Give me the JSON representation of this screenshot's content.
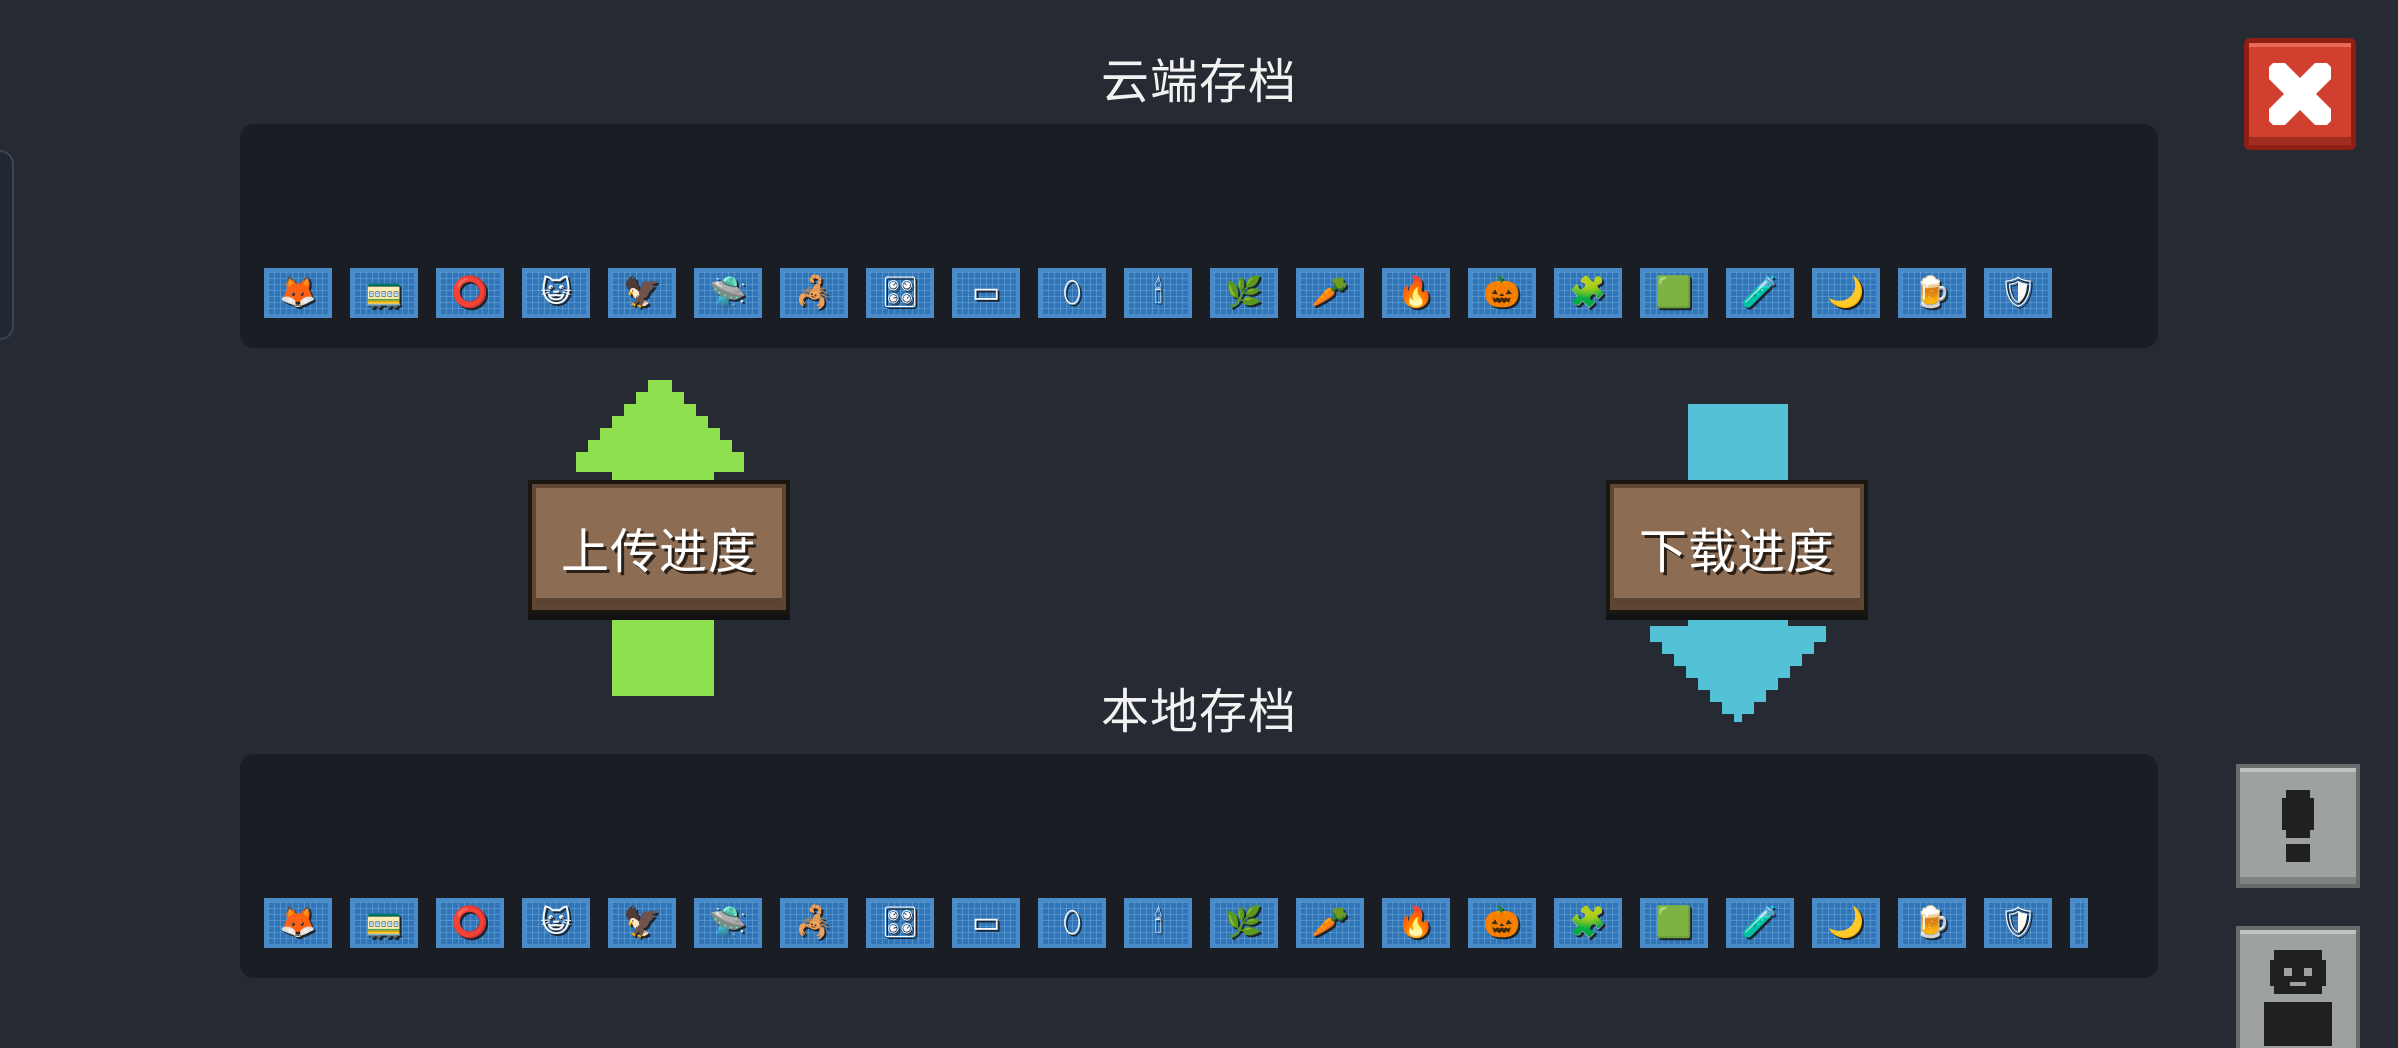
{
  "sections": {
    "cloud_title": "云端存档",
    "local_title": "本地存档"
  },
  "actions": {
    "upload_label": "上传进度",
    "download_label": "下载进度"
  },
  "cloud_slots": [
    "🦊",
    "🚃",
    "⭕",
    "😺",
    "🦅",
    "🛸",
    "🦂",
    "🎛",
    "▭",
    "⬯",
    "🕯",
    "🌿",
    "🥕",
    "🔥",
    "🎃",
    "🧩",
    "🟩",
    "🧪",
    "🌙",
    "🍺",
    "🛡"
  ],
  "local_slots": [
    "🦊",
    "🚃",
    "⭕",
    "😺",
    "🦅",
    "🛸",
    "🦂",
    "🎛",
    "▭",
    "⬯",
    "🕯",
    "🌿",
    "🥕",
    "🔥",
    "🎃",
    "🧩",
    "🟩",
    "🧪",
    "🌙",
    "🍺",
    "🛡"
  ],
  "buttons": {
    "close_icon": "close-icon",
    "info_icon": "exclamation-icon",
    "profile_icon": "person-icon"
  },
  "colors": {
    "background": "#262a33",
    "panel": "#1b1d25",
    "slot_blue": "#2f75b7",
    "upload_arrow": "#8fe04e",
    "download_arrow": "#53c2d6",
    "close_red": "#d1402e"
  }
}
